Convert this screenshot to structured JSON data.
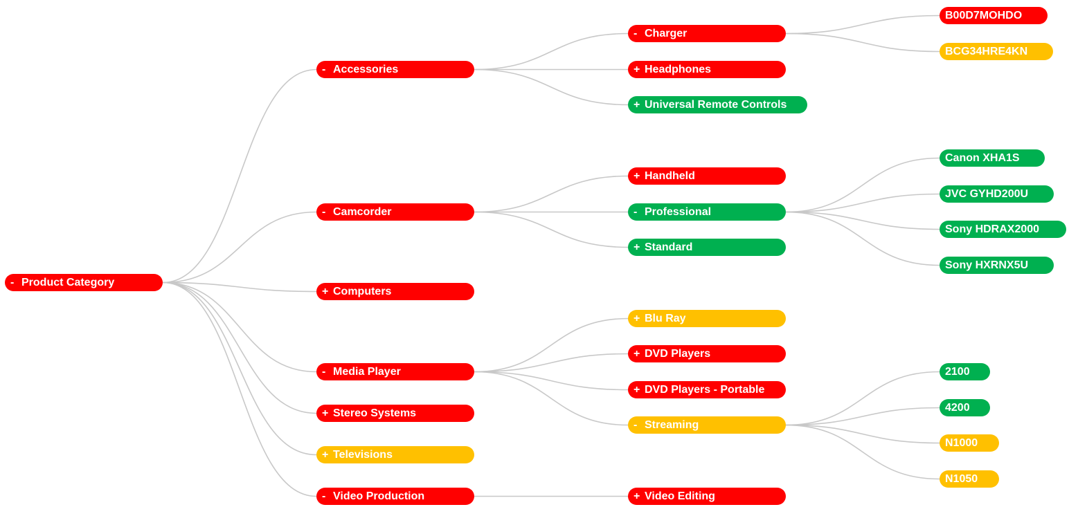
{
  "colors": {
    "red": "#ff0000",
    "green": "#00b050",
    "amber": "#ffc000",
    "link": "#c8c8c8"
  },
  "tree": {
    "root": {
      "label": "Product Category",
      "toggle": "-",
      "color": "red"
    },
    "accessories": {
      "label": "Accessories",
      "toggle": "-",
      "color": "red"
    },
    "charger": {
      "label": "Charger",
      "toggle": "-",
      "color": "red"
    },
    "b00d7mohdo": {
      "label": "B00D7MOHDO",
      "toggle": "",
      "color": "red"
    },
    "bcg34hre4kn": {
      "label": "BCG34HRE4KN",
      "toggle": "",
      "color": "amber"
    },
    "headphones": {
      "label": "Headphones",
      "toggle": "+",
      "color": "red"
    },
    "universal_remote_controls": {
      "label": "Universal Remote Controls",
      "toggle": "+",
      "color": "green"
    },
    "camcorder": {
      "label": "Camcorder",
      "toggle": "-",
      "color": "red"
    },
    "handheld": {
      "label": "Handheld",
      "toggle": "+",
      "color": "red"
    },
    "professional": {
      "label": "Professional",
      "toggle": "-",
      "color": "green"
    },
    "canon_xha1s": {
      "label": "Canon XHA1S",
      "toggle": "",
      "color": "green"
    },
    "jvc_gyhd200u": {
      "label": "JVC GYHD200U",
      "toggle": "",
      "color": "green"
    },
    "sony_hdrax2000": {
      "label": "Sony HDRAX2000",
      "toggle": "",
      "color": "green"
    },
    "sony_hxrnx5u": {
      "label": "Sony HXRNX5U",
      "toggle": "",
      "color": "green"
    },
    "standard": {
      "label": "Standard",
      "toggle": "+",
      "color": "green"
    },
    "computers": {
      "label": "Computers",
      "toggle": "+",
      "color": "red"
    },
    "media_player": {
      "label": "Media Player",
      "toggle": "-",
      "color": "red"
    },
    "blu_ray": {
      "label": "Blu Ray",
      "toggle": "+",
      "color": "amber"
    },
    "dvd_players": {
      "label": "DVD Players",
      "toggle": "+",
      "color": "red"
    },
    "dvd_players_portable": {
      "label": "DVD Players - Portable",
      "toggle": "+",
      "color": "red"
    },
    "streaming": {
      "label": "Streaming",
      "toggle": "-",
      "color": "amber"
    },
    "n2100": {
      "label": "2100",
      "toggle": "",
      "color": "green"
    },
    "n4200": {
      "label": "4200",
      "toggle": "",
      "color": "green"
    },
    "n1000": {
      "label": "N1000",
      "toggle": "",
      "color": "amber"
    },
    "n1050": {
      "label": "N1050",
      "toggle": "",
      "color": "amber"
    },
    "stereo_systems": {
      "label": "Stereo Systems",
      "toggle": "+",
      "color": "red"
    },
    "televisions": {
      "label": "Televisions",
      "toggle": "+",
      "color": "amber"
    },
    "video_production": {
      "label": "Video Production",
      "toggle": "-",
      "color": "red"
    },
    "video_editing": {
      "label": "Video Editing",
      "toggle": "+",
      "color": "red"
    }
  },
  "links": [
    [
      "root",
      "accessories"
    ],
    [
      "root",
      "camcorder"
    ],
    [
      "root",
      "computers"
    ],
    [
      "root",
      "media_player"
    ],
    [
      "root",
      "stereo_systems"
    ],
    [
      "root",
      "televisions"
    ],
    [
      "root",
      "video_production"
    ],
    [
      "accessories",
      "charger"
    ],
    [
      "accessories",
      "headphones"
    ],
    [
      "accessories",
      "universal_remote_controls"
    ],
    [
      "charger",
      "b00d7mohdo"
    ],
    [
      "charger",
      "bcg34hre4kn"
    ],
    [
      "camcorder",
      "handheld"
    ],
    [
      "camcorder",
      "professional"
    ],
    [
      "camcorder",
      "standard"
    ],
    [
      "professional",
      "canon_xha1s"
    ],
    [
      "professional",
      "jvc_gyhd200u"
    ],
    [
      "professional",
      "sony_hdrax2000"
    ],
    [
      "professional",
      "sony_hxrnx5u"
    ],
    [
      "media_player",
      "blu_ray"
    ],
    [
      "media_player",
      "dvd_players"
    ],
    [
      "media_player",
      "dvd_players_portable"
    ],
    [
      "media_player",
      "streaming"
    ],
    [
      "streaming",
      "n2100"
    ],
    [
      "streaming",
      "n4200"
    ],
    [
      "streaming",
      "n1000"
    ],
    [
      "streaming",
      "n1050"
    ],
    [
      "video_production",
      "video_editing"
    ]
  ]
}
